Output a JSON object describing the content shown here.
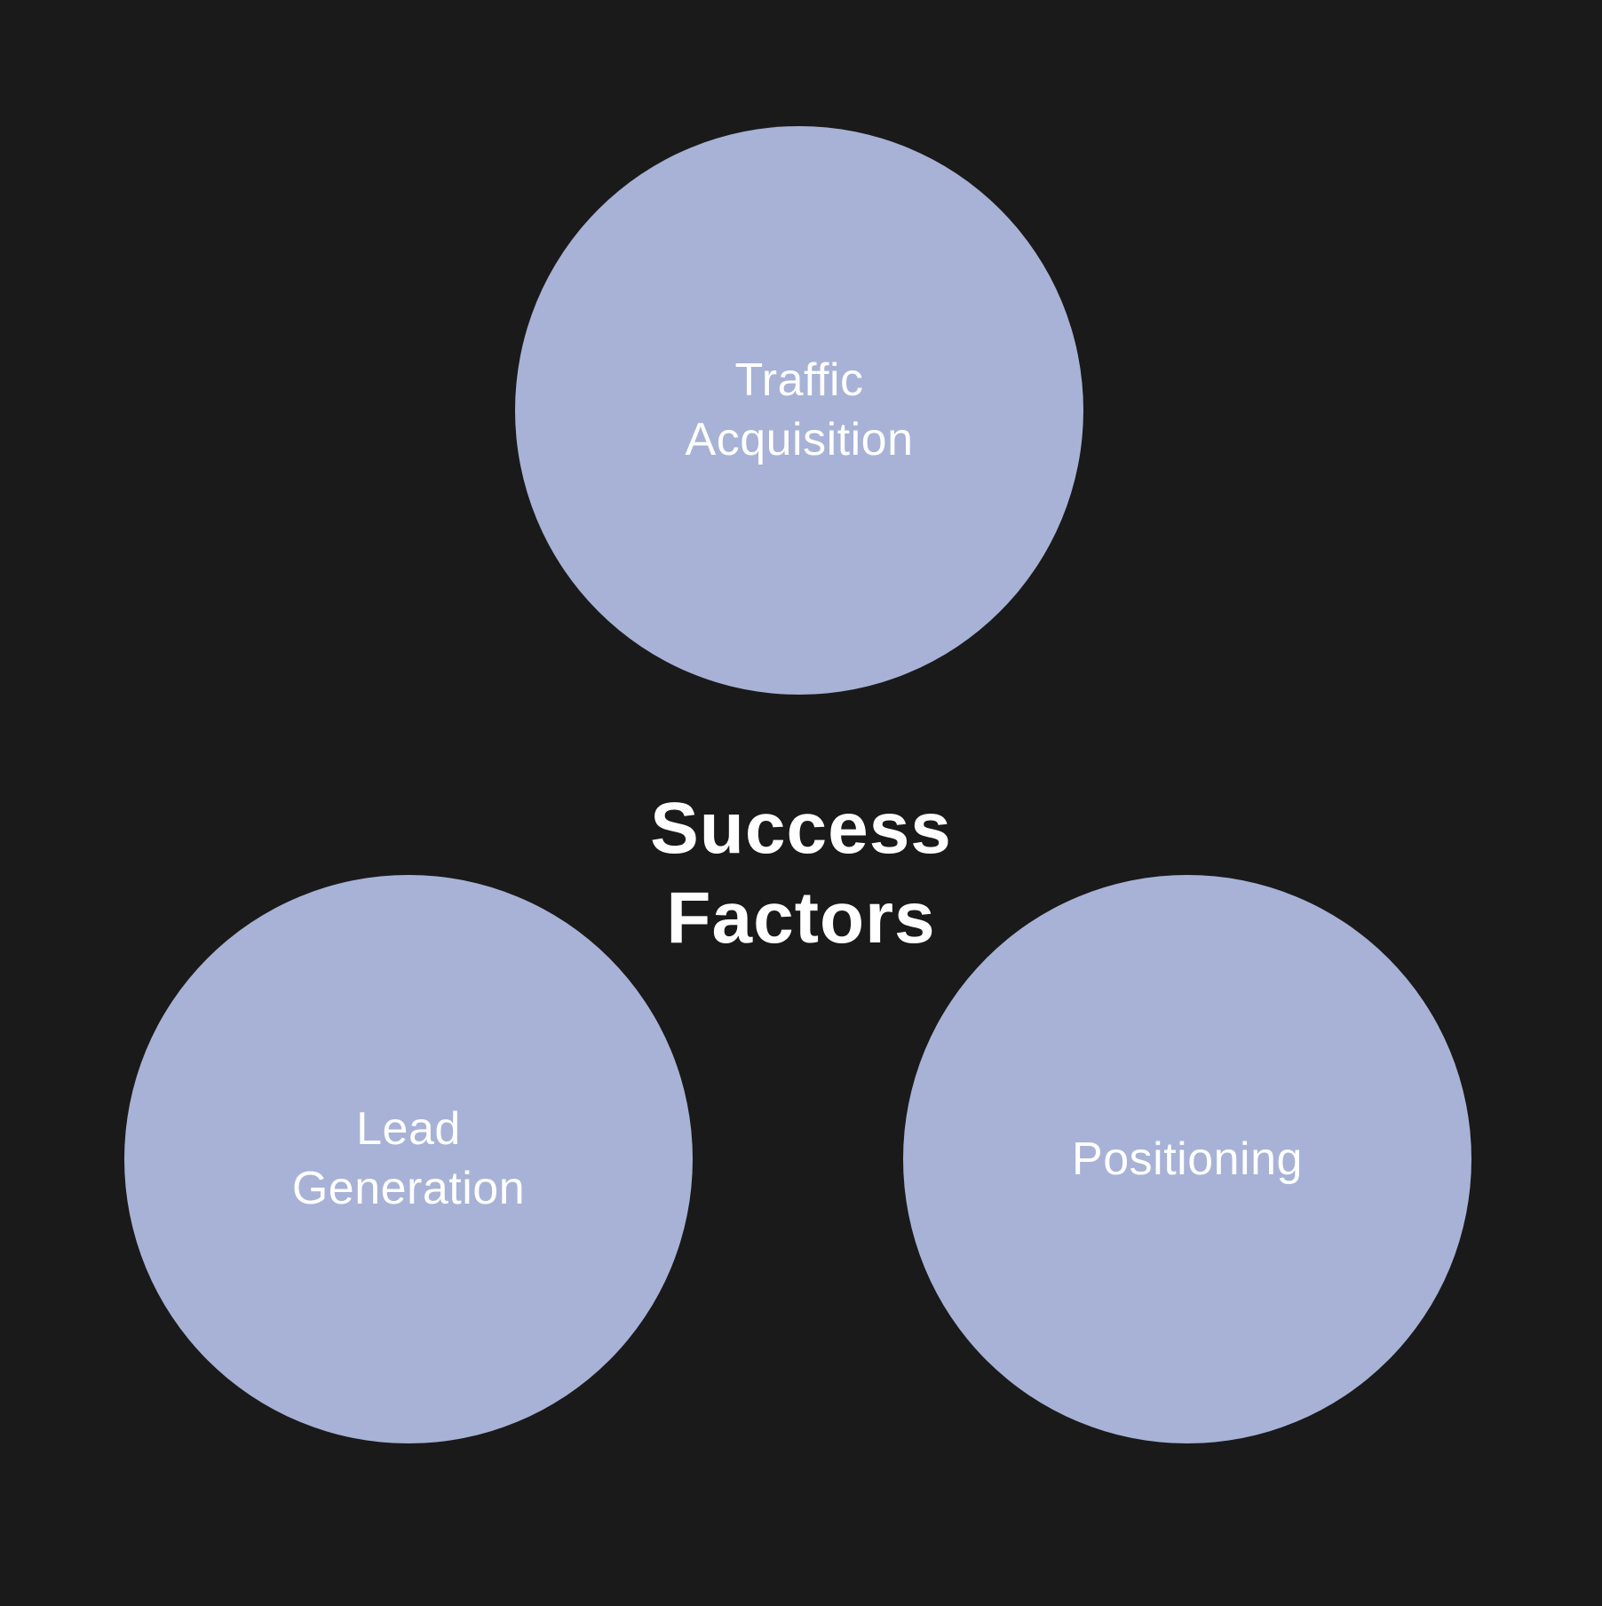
{
  "title": {
    "lines": [
      "Success",
      "Factors"
    ]
  },
  "nodes": [
    {
      "name": "traffic-acquisition",
      "lines": [
        "Traffic",
        "Acquisition"
      ]
    },
    {
      "name": "lead-generation",
      "lines": [
        "Lead",
        "Generation"
      ]
    },
    {
      "name": "positioning",
      "lines": [
        "Positioning"
      ]
    }
  ],
  "colors": {
    "background": "#1a1a1a",
    "node_fill": "#a7b2d6",
    "text": "#ffffff",
    "title_text": "#ffffff"
  }
}
